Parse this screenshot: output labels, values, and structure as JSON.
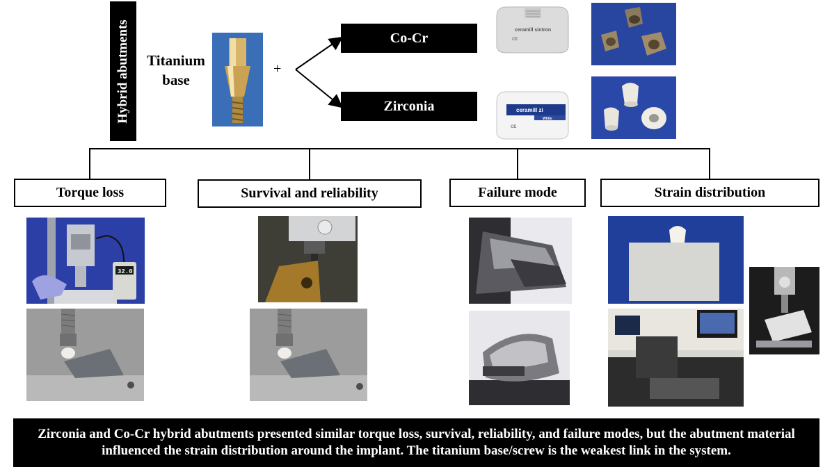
{
  "title_vertical": "Hybrid abutments",
  "titanium_label": "Titanium base",
  "plus_sign": "+",
  "materials": {
    "cocr": "Co-Cr",
    "zirconia": "Zirconia"
  },
  "disc_labels": {
    "cocr_brand": "ceramill sintron",
    "zirconia_brand": "ceramill zi",
    "zirconia_sub": "White",
    "ce_mark": "CE"
  },
  "categories": {
    "torque": "Torque loss",
    "survival": "Survival and reliability",
    "failure": "Failure mode",
    "strain": "Strain distribution"
  },
  "instrument_readout": "32.0",
  "summary": "Zirconia and Co-Cr hybrid abutments presented similar torque loss, survival, reliability, and failure modes, but the abutment material influenced the strain distribution around the implant. The titanium base/screw is the weakest link in the system.",
  "colors": {
    "ink": "#000000",
    "paper": "#ffffff",
    "photo_blue": "#2b3fa6",
    "titanium_gold": "#c9a253"
  }
}
